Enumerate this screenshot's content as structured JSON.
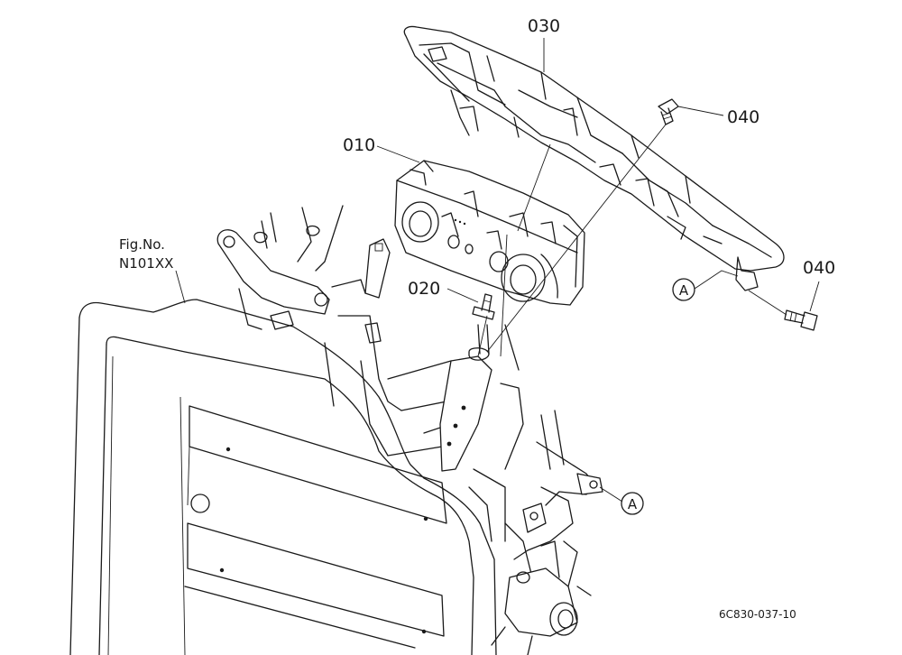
{
  "parts": {
    "p030": "030",
    "p040_upper": "040",
    "p010": "010",
    "p040_lower": "040",
    "p020": "020"
  },
  "references": {
    "a_upper": "A",
    "a_lower": "A"
  },
  "fig_ref": {
    "line1": "Fig.No.",
    "line2": "N101XX"
  },
  "drawing_code": "6C830-037-10",
  "colors": {
    "ink": "#1a1a1a",
    "paper": "#ffffff"
  }
}
